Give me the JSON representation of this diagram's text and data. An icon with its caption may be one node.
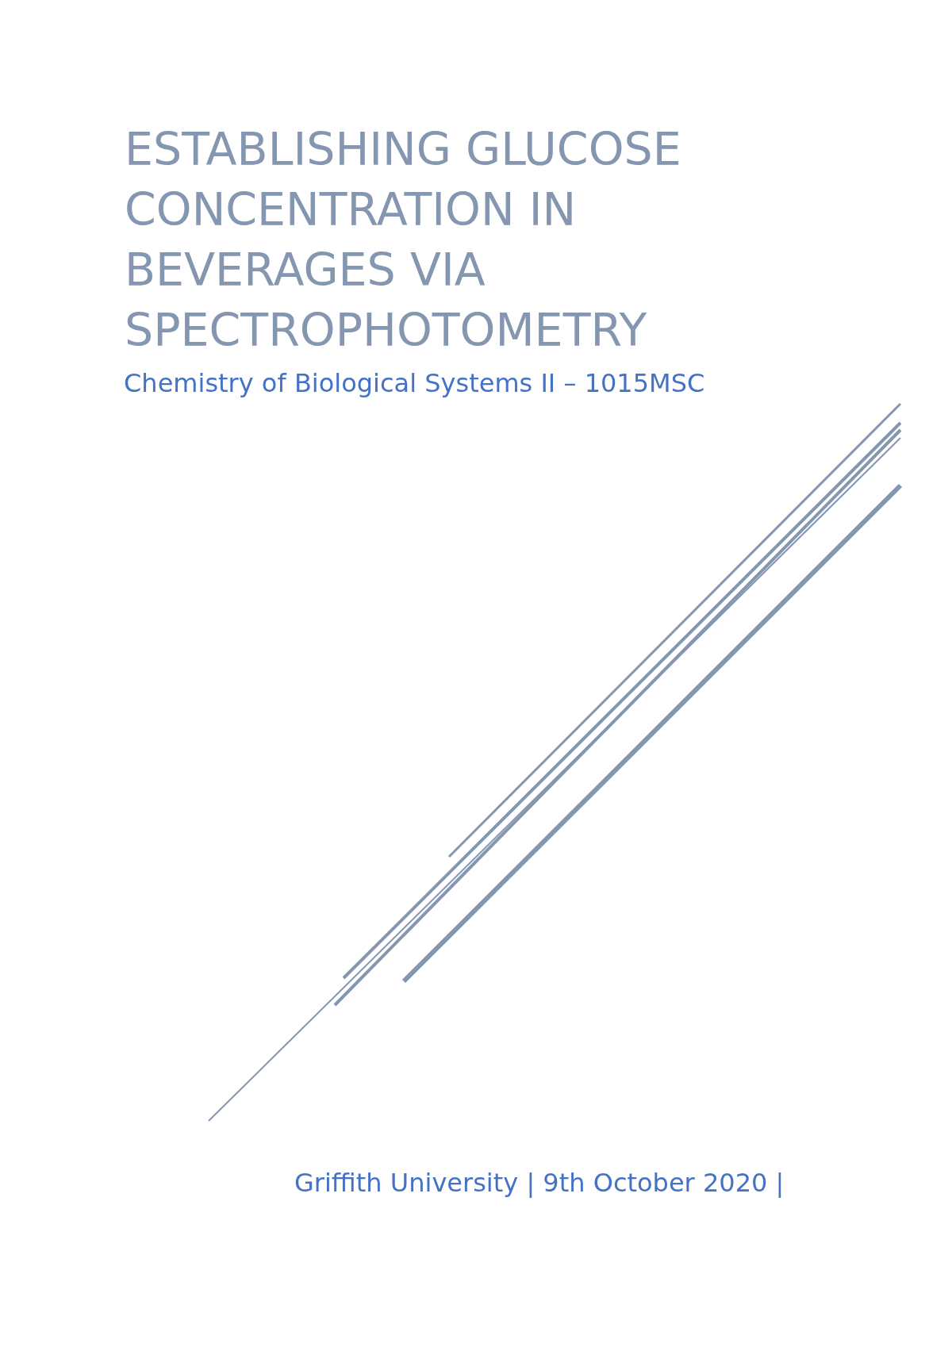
{
  "diagram": {
    "title": "ESTABLISHING GLUCOSE CONCENTRATION IN BEVERAGES VIA SPECTROPHOTOMETRY",
    "labels": [
      "Chemistry of Biological Systems II – 1015MSC",
      "Griffith University | 9th October 2020 |"
    ]
  }
}
